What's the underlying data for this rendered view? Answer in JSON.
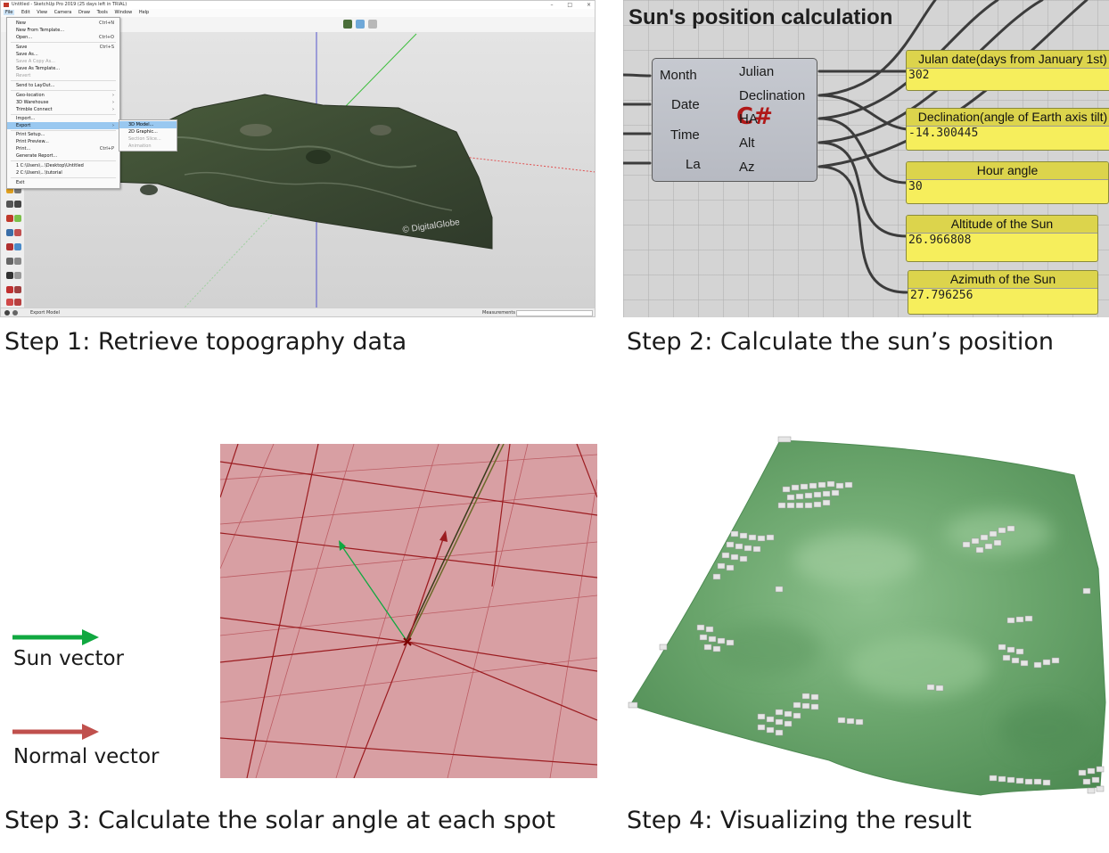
{
  "captions": {
    "step1": "Step 1: Retrieve topography data",
    "step2": "Step 2: Calculate the sun’s position",
    "step3": "Step 3: Calculate the solar angle at each spot",
    "step4": "Step 4: Visualizing the result"
  },
  "legend": {
    "sun_vector": {
      "label": "Sun vector",
      "color": "#10a840"
    },
    "normal_vector": {
      "label": "Normal vector",
      "color": "#c0504d"
    }
  },
  "sketchup": {
    "window_title": "Untitled - SketchUp Pro 2019 (25 days left in TRIAL)",
    "window_buttons": [
      "–",
      "□",
      "×"
    ],
    "menubar": [
      "File",
      "Edit",
      "View",
      "Camera",
      "Draw",
      "Tools",
      "Window",
      "Help"
    ],
    "file_menu": [
      {
        "label": "New",
        "shortcut": "Ctrl+N"
      },
      {
        "label": "New From Template...",
        "shortcut": ""
      },
      {
        "label": "Open...",
        "shortcut": "Ctrl+O"
      },
      {
        "label": "Save",
        "shortcut": "Ctrl+S"
      },
      {
        "label": "Save As...",
        "shortcut": ""
      },
      {
        "label": "Save A Copy As...",
        "shortcut": ""
      },
      {
        "label": "Save As Template...",
        "shortcut": ""
      },
      {
        "label": "Revert",
        "shortcut": ""
      },
      {
        "label": "Send to LayOut...",
        "shortcut": ""
      },
      {
        "label": "Geo-location",
        "shortcut": "›"
      },
      {
        "label": "3D Warehouse",
        "shortcut": "›"
      },
      {
        "label": "Trimble Connect",
        "shortcut": "›"
      },
      {
        "label": "Import...",
        "shortcut": ""
      },
      {
        "label": "Export",
        "shortcut": "›"
      },
      {
        "label": "Print Setup...",
        "shortcut": ""
      },
      {
        "label": "Print Preview...",
        "shortcut": ""
      },
      {
        "label": "Print...",
        "shortcut": "Ctrl+P"
      },
      {
        "label": "Generate Report...",
        "shortcut": ""
      },
      {
        "label": "1 C:\\Users\\...\\Desktop\\Untitled",
        "shortcut": ""
      },
      {
        "label": "2 C:\\Users\\...\\tutorial",
        "shortcut": ""
      },
      {
        "label": "Exit",
        "shortcut": ""
      }
    ],
    "export_submenu": [
      "3D Model...",
      "2D Graphic...",
      "Section Slice...",
      "Animation"
    ],
    "watermark": "© DigitalGlobe",
    "status_text": "Export Model",
    "measurements_label": "Measurements"
  },
  "grasshopper": {
    "title": "Sun's position calculation",
    "inputs": [
      "Month",
      "Date",
      "Time",
      "La"
    ],
    "outputs": [
      "Julian",
      "Declination",
      "HA",
      "Alt",
      "Az"
    ],
    "component_glyph": "C#",
    "panels": [
      {
        "label": "Julan date(days from January 1st)",
        "value": "302"
      },
      {
        "label": "Declination(angle of Earth axis tilt)",
        "value": "-14.300445"
      },
      {
        "label": "Hour angle",
        "value": "30"
      },
      {
        "label": "Altitude of the Sun",
        "value": "26.966808"
      },
      {
        "label": "Azimuth of the Sun",
        "value": "27.796256"
      }
    ],
    "colors": {
      "panel_fill": "#f6ee5c",
      "component_fill": "#bfc2c9",
      "wire": "#3c3c3c"
    }
  },
  "colors": {
    "surface_pink": "#d89fa3",
    "grid_red": "#9b1c20",
    "terrain_green": "#5e9a62"
  }
}
